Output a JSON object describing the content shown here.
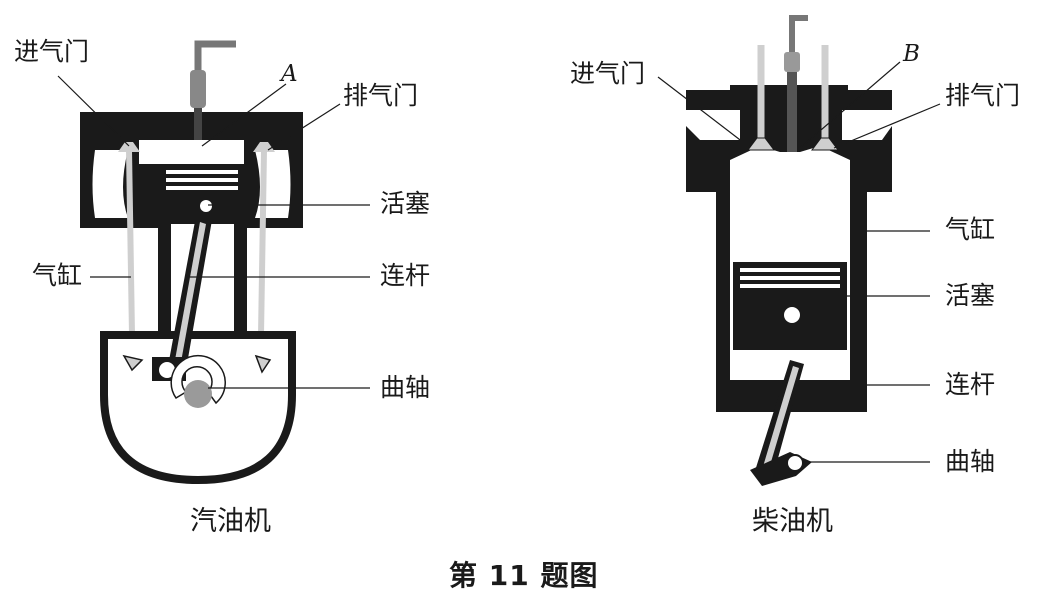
{
  "left_engine": {
    "labels": {
      "intake_valve": "进气门",
      "point_a": "A",
      "exhaust_valve": "排气门",
      "piston": "活塞",
      "cylinder": "气缸",
      "connecting_rod": "连杆",
      "crankshaft": "曲轴"
    },
    "caption": "汽油机"
  },
  "right_engine": {
    "labels": {
      "intake_valve": "进气门",
      "point_b": "B",
      "exhaust_valve": "排气门",
      "cylinder": "气缸",
      "piston": "活塞",
      "connecting_rod": "连杆",
      "crankshaft": "曲轴"
    },
    "caption": "柴油机"
  },
  "figure_caption": "第 11 题图",
  "colors": {
    "ink": "#1a1a1a",
    "light_gray": "#cfcfcf",
    "mid_gray": "#9a9a9a",
    "paper": "#ffffff"
  }
}
